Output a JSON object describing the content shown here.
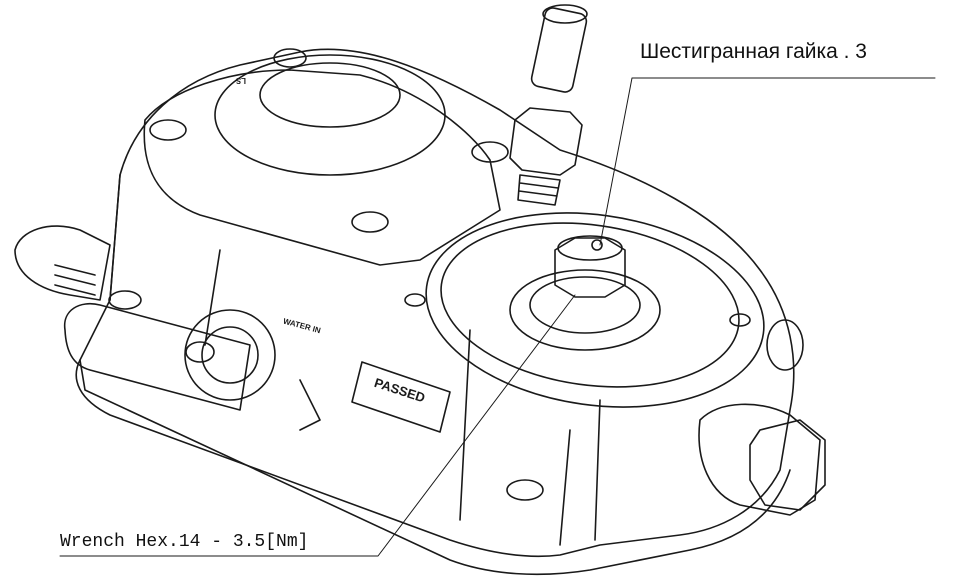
{
  "callouts": {
    "hex_nut": "Шестигранная гайка . 3",
    "wrench_spec": "Wrench Hex.14 - 3.5[Nm]"
  },
  "body_markings": {
    "passed": "PASSED",
    "water_in": "WATER IN",
    "top_mark": "LS"
  },
  "colors": {
    "line": "#1a1a1a",
    "background": "#ffffff"
  }
}
